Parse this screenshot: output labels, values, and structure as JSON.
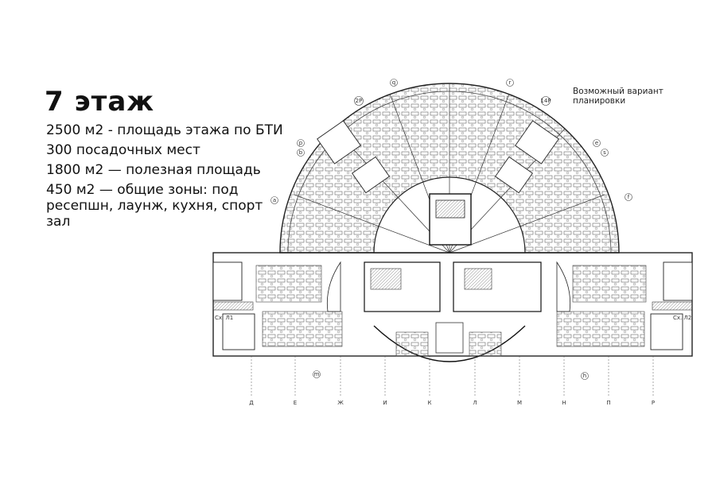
{
  "title": "7 этаж",
  "stats": [
    "2500 м2 - площадь этажа по БТИ",
    "300 посадочных мест",
    "1800 м2 — полезная площадь",
    "450 м2 — общие зоны: под ресепшн, лаунж,  кухня, спорт зал"
  ],
  "caption": "Возможный вариант планировки",
  "plan": {
    "top_axes": [
      "q",
      "r",
      "2Р",
      "14Р",
      "p",
      "b",
      "e",
      "s",
      "a",
      "f"
    ],
    "bottom_axes": [
      "Д",
      "Е",
      "Ж",
      "И",
      "К",
      "Л",
      "М",
      "Н",
      "П",
      "Р"
    ],
    "side_axes": [
      "m",
      "h"
    ],
    "stair_labels": [
      "Сх. Л1",
      "Сх. Л2"
    ]
  }
}
